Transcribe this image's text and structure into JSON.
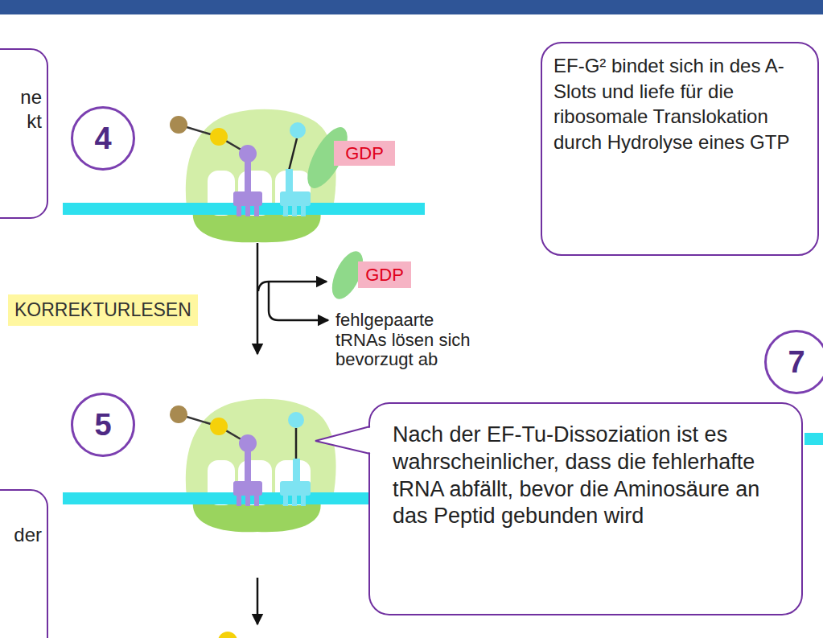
{
  "diagram": {
    "nodes": [
      {
        "text": [
          "ne kt"
        ]
      },
      {
        "text": [
          "4"
        ]
      },
      {
        "text": [
          "GDP"
        ]
      },
      {
        "text": [
          "EF-G² bindet sich in des A-Slots und liefe für die ribosomale Translokation durch Hydrolyse eines GTP"
        ]
      },
      {
        "text": [
          "GDP"
        ]
      },
      {
        "text": [
          "7"
        ]
      },
      {
        "text": [
          "5"
        ]
      },
      {
        "text": [
          "Nach der EF-Tu-Dissoziation ist es wahrscheinlicher, dass die fehlerhafte tRNA abfällt, bevor die Aminosäure an das Peptid gebunden wird"
        ]
      },
      {
        "text": [
          "der"
        ]
      }
    ],
    "labels": [
      "KORREKTURLESEN",
      "fehlgepaarte tRNAs lösen sich bevorzugt ab"
    ]
  }
}
